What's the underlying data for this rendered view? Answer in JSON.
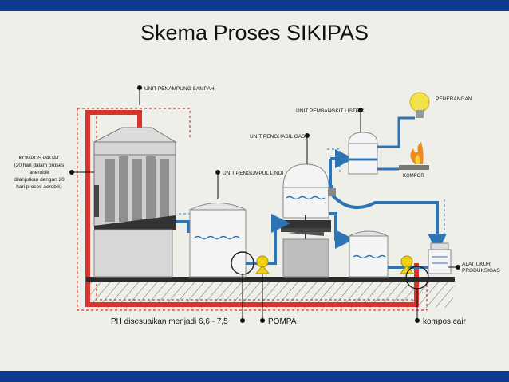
{
  "title": "Skema Proses SIKIPAS",
  "colors": {
    "header_bar": "#0d3c8c",
    "background": "#efefea",
    "red_pipe": "#d9342b",
    "blue_pipe": "#2d74b5",
    "pump": "#f2d015",
    "ground": "#2b2b2b"
  },
  "labels": {
    "unit_penampung": "UNIT PENAMPUNG SAMPAH",
    "unit_pembangkit": "UNIT PEMBANGKIT LISTRIK",
    "penerangan": "PENERANGAN",
    "unit_penghasil": "UNIT PENGHASIL GAS",
    "unit_pengumpul": "UNIT PENGUMPUL LINDI",
    "kompor": "KOMPOR",
    "kompos_padat": [
      "KOMPOS PADAT",
      "(20 hari dalam proses",
      "anerobik",
      "dilanjutkan dengan 20",
      "hari proses aerobik)"
    ],
    "alat_ukur": [
      "ALAT UKUR",
      "PRODUKSIGAS"
    ],
    "ph": "PH disesuaikan menjadi 6,6 - 7,5",
    "pompa": "POMPA",
    "kompos_cair": "kompos cair"
  },
  "icons": [
    "light-bulb-icon",
    "flame-icon",
    "pump-icon",
    "arrow-icon"
  ]
}
